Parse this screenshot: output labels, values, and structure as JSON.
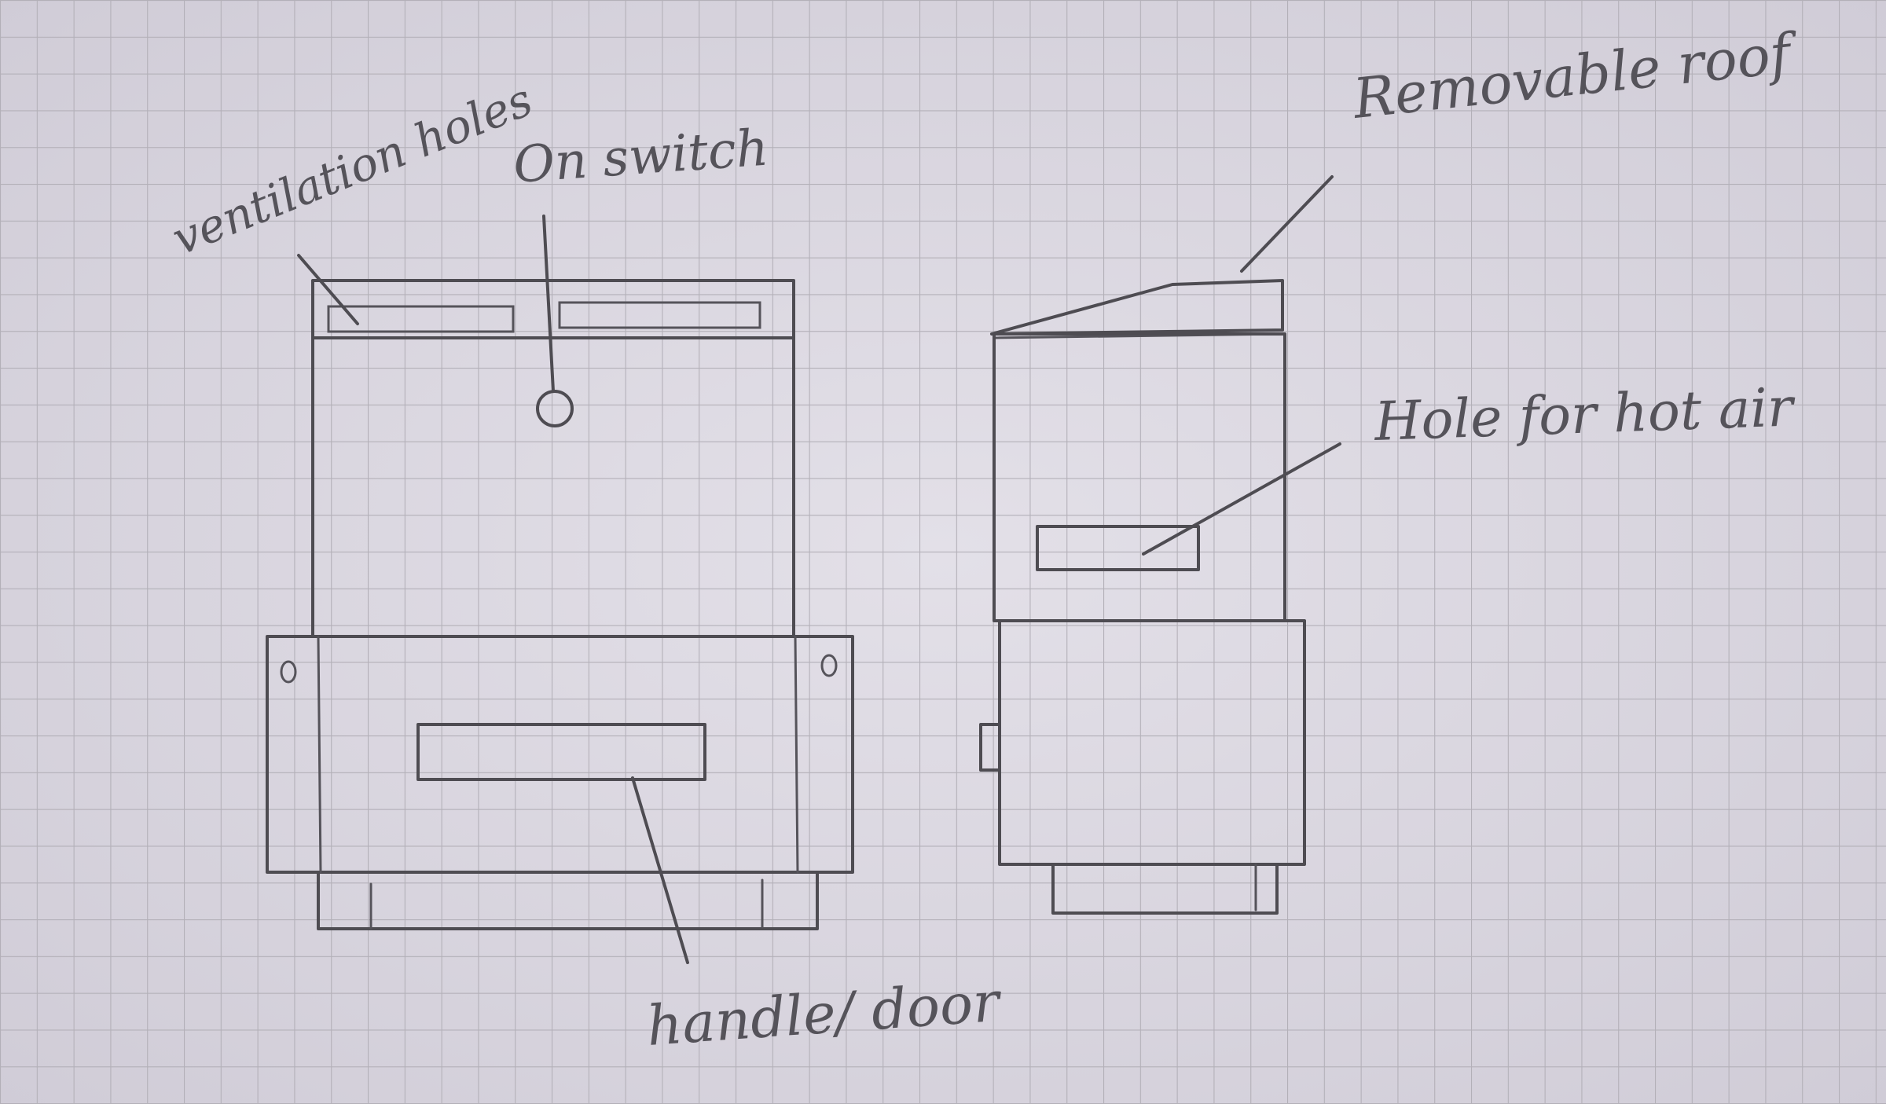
{
  "labels": {
    "ventilation_holes": "ventilation holes",
    "on_switch": "On switch",
    "removable_roof": "Removable roof",
    "hole_for_hot_air": "Hole for hot air",
    "handle_door": "handle/ door"
  },
  "colors": {
    "paper": "#dcd9e2",
    "grid": "#b3b0b8",
    "pencil": "#4e4c52"
  }
}
